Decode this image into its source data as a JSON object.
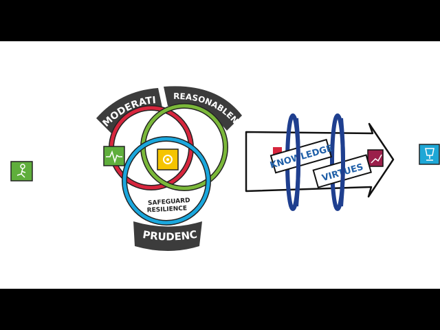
{
  "colors": {
    "banner": "#3c3c3c",
    "red": "#d7263d",
    "green": "#7bb83a",
    "blue": "#1aa7dd",
    "navy": "#1f3f8f",
    "yellow": "#f5c400",
    "maroon": "#9a1f4a",
    "cyan": "#1ea7d6",
    "left_green": "#5fae3c"
  },
  "banners": {
    "moderation": "MODERATION",
    "reasonableness": "REASONABLENESS",
    "prudence": "PRUDENCE"
  },
  "center": {
    "line1": "SAFEGUARD",
    "line2": "RESILIENCE"
  },
  "arrow": {
    "knowledge": "KNOWLEDGE",
    "virtues": "VIRTUES"
  },
  "icons": {
    "left": "walking-person-icon",
    "moderation": "heartbeat-icon",
    "center": "sun-icon",
    "knowledge": "gear-brain-icon",
    "virtues": "growth-chart-icon",
    "right": "trophy-icon"
  }
}
